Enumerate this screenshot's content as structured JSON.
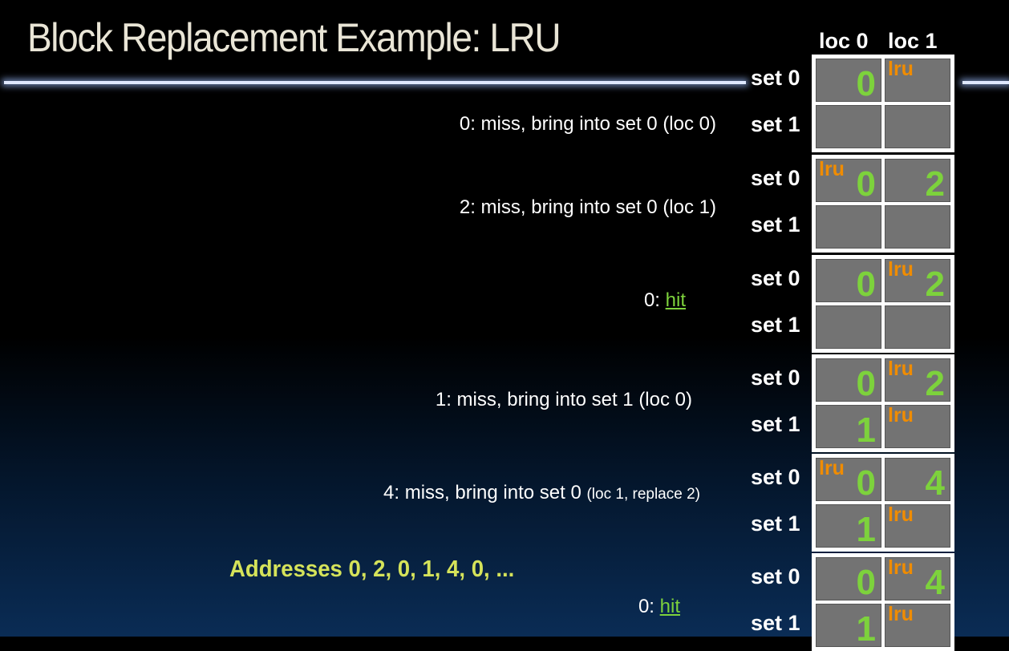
{
  "title": "Block Replacement Example: LRU",
  "headers": [
    "loc 0",
    "loc 1"
  ],
  "set_labels": [
    "set 0",
    "set 1"
  ],
  "lru_label": "lru",
  "steps": [
    {
      "text": "0: miss, bring into set 0 (loc 0)"
    },
    {
      "text": "2: miss, bring into set 0 (loc 1)"
    },
    {
      "prefix": "0: ",
      "hit": "hit"
    },
    {
      "text": "1: miss, bring into set 1 (loc 0)"
    },
    {
      "text": "4: miss, bring into set 0 ",
      "small": "(loc 1, replace 2)"
    },
    {
      "prefix": "0: ",
      "hit": "hit"
    }
  ],
  "addresses": "Addresses 0, 2, 0, 1, 4, 0, ...",
  "blocks": [
    {
      "s0": [
        "0",
        ""
      ],
      "s1": [
        "",
        ""
      ]
    },
    {
      "s0": [
        "0",
        "2"
      ],
      "s1": [
        "",
        ""
      ]
    },
    {
      "s0": [
        "0",
        "2"
      ],
      "s1": [
        "",
        ""
      ]
    },
    {
      "s0": [
        "0",
        "2"
      ],
      "s1": [
        "1",
        ""
      ]
    },
    {
      "s0": [
        "0",
        "4"
      ],
      "s1": [
        "1",
        ""
      ]
    },
    {
      "s0": [
        "0",
        "4"
      ],
      "s1": [
        "1",
        ""
      ]
    }
  ],
  "lru_marks": [
    {
      "s0": [
        false,
        true
      ],
      "s1": [
        false,
        false
      ]
    },
    {
      "s0": [
        true,
        false
      ],
      "s1": [
        false,
        false
      ]
    },
    {
      "s0": [
        false,
        true
      ],
      "s1": [
        false,
        false
      ]
    },
    {
      "s0": [
        false,
        true
      ],
      "s1": [
        false,
        true
      ]
    },
    {
      "s0": [
        true,
        false
      ],
      "s1": [
        false,
        true
      ]
    },
    {
      "s0": [
        false,
        true
      ],
      "s1": [
        false,
        true
      ]
    }
  ],
  "colors": {
    "value": "#7dd23c",
    "lru": "#f08c00",
    "addresses": "#d5e35a"
  }
}
